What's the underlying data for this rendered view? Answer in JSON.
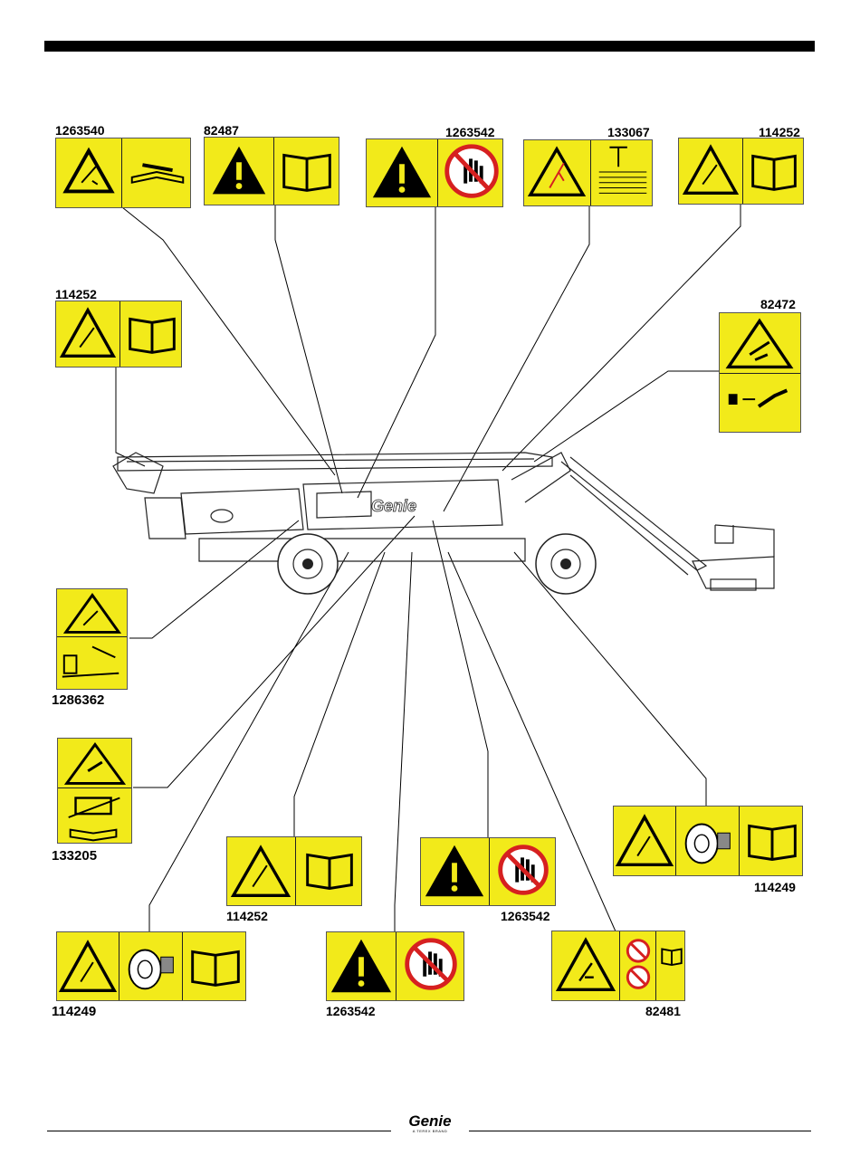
{
  "labels": {
    "decal_1263540_top": "1263540",
    "decal_82487_top": "82487",
    "decal_1263542_top": "1263542",
    "decal_133067_top": "133067",
    "decal_114252_top_right": "114252",
    "decal_114252_left": "114252",
    "decal_82472_right": "82472",
    "decal_1286362_left": "1286362",
    "decal_133205_left": "133205",
    "decal_114252_bottom": "114252",
    "decal_1263542_mid_bottom": "1263542",
    "decal_114249_right": "114249",
    "decal_114249_bottom_left": "114249",
    "decal_1263542_bottom": "1263542",
    "decal_82481_bottom": "82481"
  },
  "machine": {
    "brand_text": "Genie"
  },
  "footer": {
    "brand": "Genie",
    "sub": "A TEREX BRAND"
  },
  "colors": {
    "decal_yellow": "#f2ea1a",
    "prohibition_red": "#d62020",
    "ink": "#000000"
  },
  "icons": [
    "warning-triangle-icon",
    "manual-book-icon",
    "tip-over-hazard-icon",
    "stop-hand-prohibition-icon",
    "crush-hazard-icon",
    "electrocution-hazard-icon",
    "tire-wheel-icon",
    "battery-icon",
    "wrench-manual-icon"
  ]
}
